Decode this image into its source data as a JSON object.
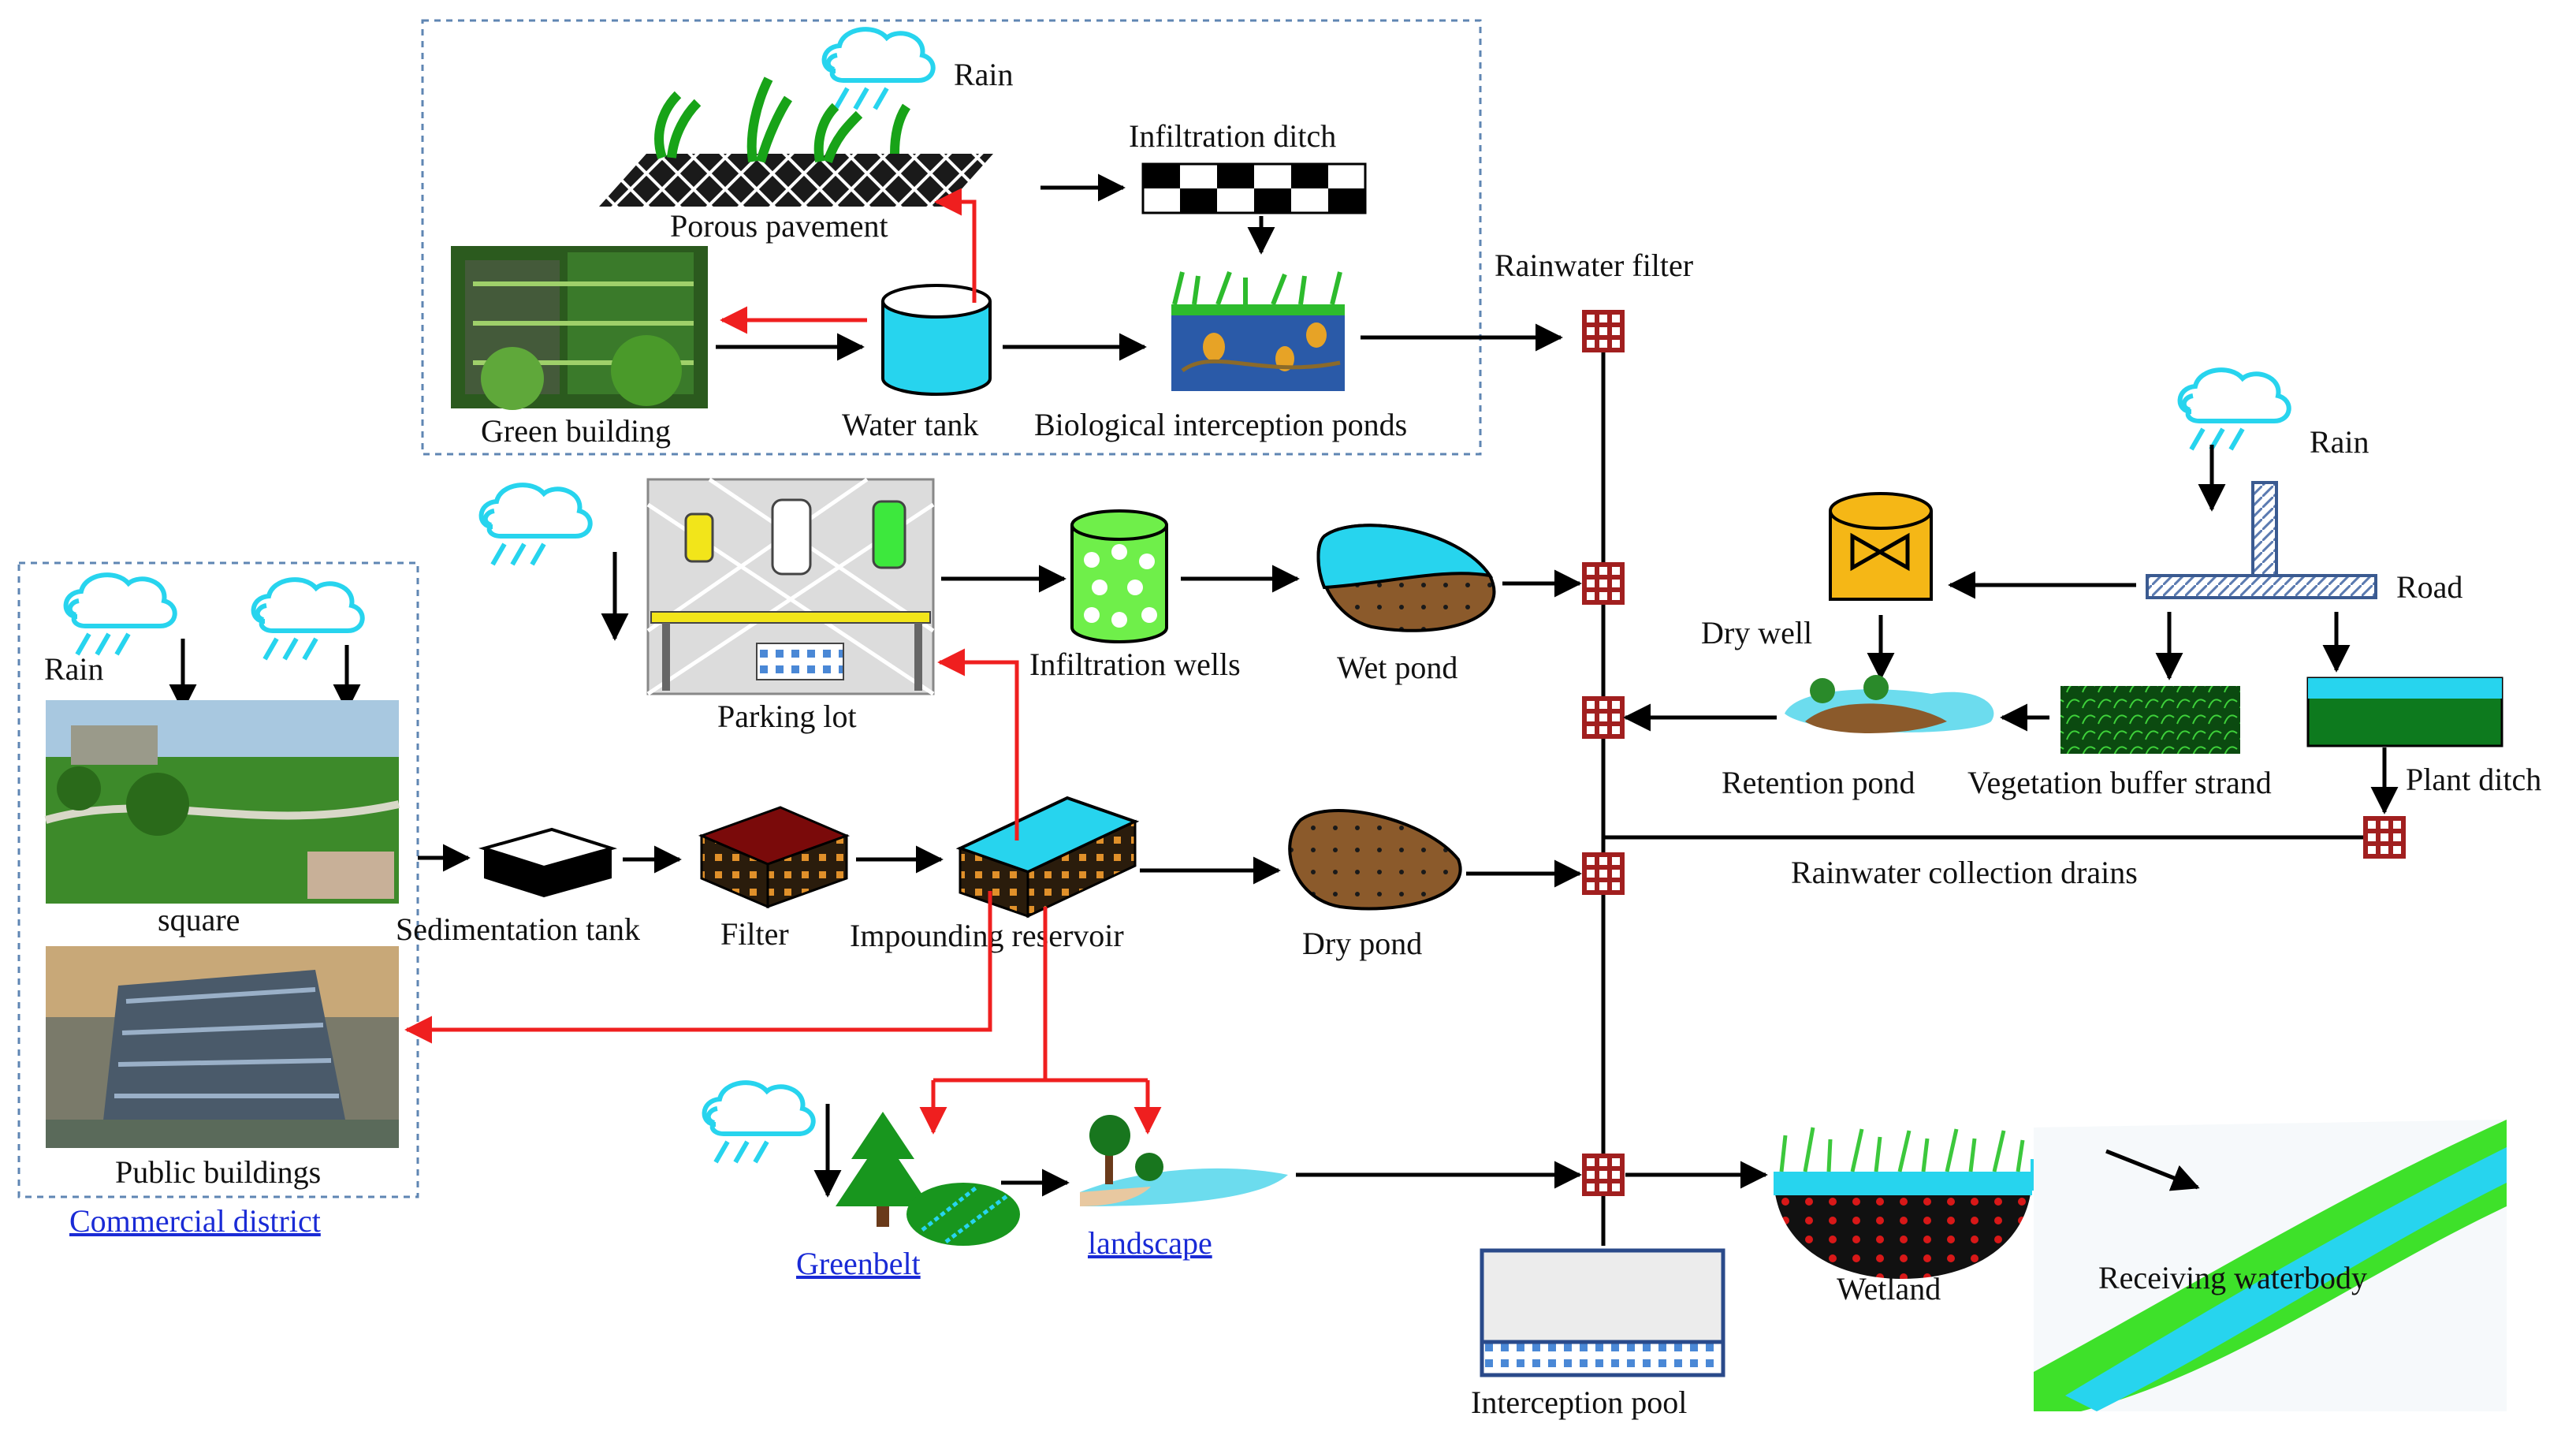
{
  "labels": {
    "rain_top": "Rain",
    "porous_pavement": "Porous pavement",
    "infiltration_ditch": "Infiltration ditch",
    "green_building": "Green building",
    "water_tank": "Water tank",
    "bio_ponds": "Biological interception ponds",
    "rainwater_filter": "Rainwater filter",
    "rain_right": "Rain",
    "road": "Road",
    "dry_well": "Dry well",
    "retention_pond": "Retention pond",
    "vegetation_buffer": "Vegetation buffer strand",
    "plant_ditch": "Plant ditch",
    "collection_drains": "Rainwater collection drains",
    "parking_lot": "Parking lot",
    "infiltration_wells": "Infiltration wells",
    "wet_pond": "Wet pond",
    "rain_left": "Rain",
    "square": "square",
    "public_buildings": "Public buildings",
    "commercial_district": "Commercial district",
    "sedimentation_tank": "Sedimentation tank",
    "filter": "Filter",
    "impounding_reservoir": "Impounding reservoir",
    "dry_pond": "Dry pond",
    "greenbelt": "Greenbelt",
    "landscape": "landscape",
    "interception_pool": "Interception pool",
    "wetland": "Wetland",
    "receiving_waterbody": "Receiving waterbody"
  },
  "colors": {
    "flow_arrow": "#000000",
    "return_arrow": "#ef1f1f",
    "cyan_water": "#27d4ee",
    "green_fill": "#6fef4a",
    "filter_node": "#a11f1f",
    "frame": "#5f86b3",
    "link_text": "#1a2bd6"
  },
  "icons": [
    "cloud-rain-icon",
    "filter-grid-icon",
    "tree-icon",
    "cylinder-tank-icon"
  ]
}
